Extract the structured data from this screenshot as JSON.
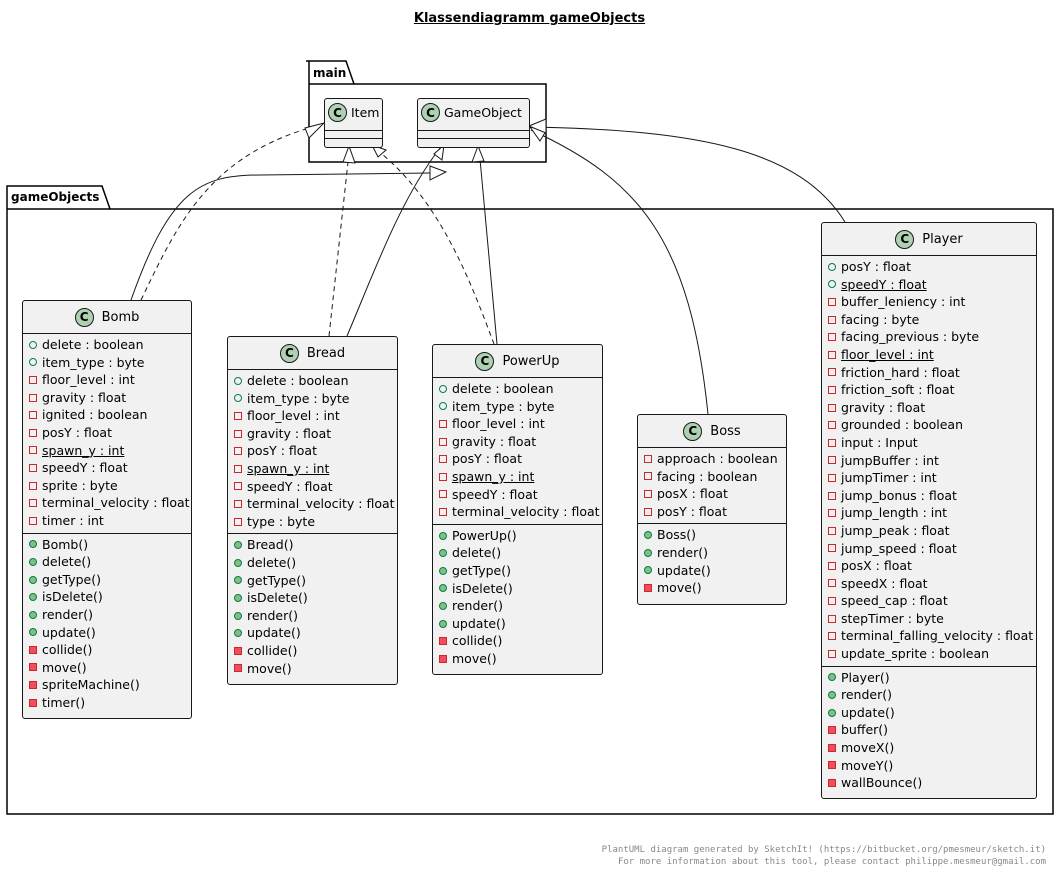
{
  "diagram": {
    "title": "Klassendiagramm gameObjects",
    "class_icon_letter": "C",
    "colors": {
      "class_fill": "#f1f1f1",
      "class_icon": "#add1b2",
      "public_marker": "#038048",
      "private_marker": "#c82930",
      "border": "#181818"
    },
    "packages": {
      "main": {
        "name": "main"
      },
      "gameObjects": {
        "name": "gameObjects"
      }
    },
    "main_classes": {
      "item": {
        "name": "Item"
      },
      "gameobject": {
        "name": "GameObject"
      }
    },
    "classes": {
      "bomb": {
        "name": "Bomb",
        "attributes": [
          {
            "text": "delete : boolean",
            "vis": "public"
          },
          {
            "text": "item_type : byte",
            "vis": "public"
          },
          {
            "text": "floor_level : int",
            "vis": "private"
          },
          {
            "text": "gravity : float",
            "vis": "private"
          },
          {
            "text": "ignited : boolean",
            "vis": "private"
          },
          {
            "text": "posY : float",
            "vis": "private"
          },
          {
            "text": "spawn_y : int",
            "vis": "private",
            "static": true
          },
          {
            "text": "speedY : float",
            "vis": "private"
          },
          {
            "text": "sprite : byte",
            "vis": "private"
          },
          {
            "text": "terminal_velocity : float",
            "vis": "private"
          },
          {
            "text": "timer : int",
            "vis": "private"
          }
        ],
        "methods": [
          {
            "text": "Bomb()",
            "vis": "public"
          },
          {
            "text": "delete()",
            "vis": "public"
          },
          {
            "text": "getType()",
            "vis": "public"
          },
          {
            "text": "isDelete()",
            "vis": "public"
          },
          {
            "text": "render()",
            "vis": "public"
          },
          {
            "text": "update()",
            "vis": "public"
          },
          {
            "text": "collide()",
            "vis": "private"
          },
          {
            "text": "move()",
            "vis": "private"
          },
          {
            "text": "spriteMachine()",
            "vis": "private"
          },
          {
            "text": "timer()",
            "vis": "private"
          }
        ]
      },
      "bread": {
        "name": "Bread",
        "attributes": [
          {
            "text": "delete : boolean",
            "vis": "public"
          },
          {
            "text": "item_type : byte",
            "vis": "public"
          },
          {
            "text": "floor_level : int",
            "vis": "private"
          },
          {
            "text": "gravity : float",
            "vis": "private"
          },
          {
            "text": "posY : float",
            "vis": "private"
          },
          {
            "text": "spawn_y : int",
            "vis": "private",
            "static": true
          },
          {
            "text": "speedY : float",
            "vis": "private"
          },
          {
            "text": "terminal_velocity : float",
            "vis": "private"
          },
          {
            "text": "type : byte",
            "vis": "private"
          }
        ],
        "methods": [
          {
            "text": "Bread()",
            "vis": "public"
          },
          {
            "text": "delete()",
            "vis": "public"
          },
          {
            "text": "getType()",
            "vis": "public"
          },
          {
            "text": "isDelete()",
            "vis": "public"
          },
          {
            "text": "render()",
            "vis": "public"
          },
          {
            "text": "update()",
            "vis": "public"
          },
          {
            "text": "collide()",
            "vis": "private"
          },
          {
            "text": "move()",
            "vis": "private"
          }
        ]
      },
      "powerup": {
        "name": "PowerUp",
        "attributes": [
          {
            "text": "delete : boolean",
            "vis": "public"
          },
          {
            "text": "item_type : byte",
            "vis": "public"
          },
          {
            "text": "floor_level : int",
            "vis": "private"
          },
          {
            "text": "gravity : float",
            "vis": "private"
          },
          {
            "text": "posY : float",
            "vis": "private"
          },
          {
            "text": "spawn_y : int",
            "vis": "private",
            "static": true
          },
          {
            "text": "speedY : float",
            "vis": "private"
          },
          {
            "text": "terminal_velocity : float",
            "vis": "private"
          }
        ],
        "methods": [
          {
            "text": "PowerUp()",
            "vis": "public"
          },
          {
            "text": "delete()",
            "vis": "public"
          },
          {
            "text": "getType()",
            "vis": "public"
          },
          {
            "text": "isDelete()",
            "vis": "public"
          },
          {
            "text": "render()",
            "vis": "public"
          },
          {
            "text": "update()",
            "vis": "public"
          },
          {
            "text": "collide()",
            "vis": "private"
          },
          {
            "text": "move()",
            "vis": "private"
          }
        ]
      },
      "boss": {
        "name": "Boss",
        "attributes": [
          {
            "text": "approach : boolean",
            "vis": "private"
          },
          {
            "text": "facing : boolean",
            "vis": "private"
          },
          {
            "text": "posX : float",
            "vis": "private"
          },
          {
            "text": "posY : float",
            "vis": "private"
          }
        ],
        "methods": [
          {
            "text": "Boss()",
            "vis": "public"
          },
          {
            "text": "render()",
            "vis": "public"
          },
          {
            "text": "update()",
            "vis": "public"
          },
          {
            "text": "move()",
            "vis": "private"
          }
        ]
      },
      "player": {
        "name": "Player",
        "attributes": [
          {
            "text": "posY : float",
            "vis": "public"
          },
          {
            "text": "speedY : float",
            "vis": "public",
            "static": true
          },
          {
            "text": "buffer_leniency : int",
            "vis": "private"
          },
          {
            "text": "facing : byte",
            "vis": "private"
          },
          {
            "text": "facing_previous : byte",
            "vis": "private"
          },
          {
            "text": "floor_level : int",
            "vis": "private",
            "static": true
          },
          {
            "text": "friction_hard : float",
            "vis": "private"
          },
          {
            "text": "friction_soft : float",
            "vis": "private"
          },
          {
            "text": "gravity : float",
            "vis": "private"
          },
          {
            "text": "grounded : boolean",
            "vis": "private"
          },
          {
            "text": "input : Input",
            "vis": "private"
          },
          {
            "text": "jumpBuffer : int",
            "vis": "private"
          },
          {
            "text": "jumpTimer : int",
            "vis": "private"
          },
          {
            "text": "jump_bonus : float",
            "vis": "private"
          },
          {
            "text": "jump_length : int",
            "vis": "private"
          },
          {
            "text": "jump_peak : float",
            "vis": "private"
          },
          {
            "text": "jump_speed : float",
            "vis": "private"
          },
          {
            "text": "posX : float",
            "vis": "private"
          },
          {
            "text": "speedX : float",
            "vis": "private"
          },
          {
            "text": "speed_cap : float",
            "vis": "private"
          },
          {
            "text": "stepTimer : byte",
            "vis": "private"
          },
          {
            "text": "terminal_falling_velocity : float",
            "vis": "private"
          },
          {
            "text": "update_sprite : boolean",
            "vis": "private"
          }
        ],
        "methods": [
          {
            "text": "Player()",
            "vis": "public"
          },
          {
            "text": "render()",
            "vis": "public"
          },
          {
            "text": "update()",
            "vis": "public"
          },
          {
            "text": "buffer()",
            "vis": "private"
          },
          {
            "text": "moveX()",
            "vis": "private"
          },
          {
            "text": "moveY()",
            "vis": "private"
          },
          {
            "text": "wallBounce()",
            "vis": "private"
          }
        ]
      }
    },
    "footer": {
      "line1": "PlantUML diagram generated by SketchIt! (https://bitbucket.org/pmesmeur/sketch.it)",
      "line2": "For more information about this tool, please contact philippe.mesmeur@gmail.com"
    }
  }
}
